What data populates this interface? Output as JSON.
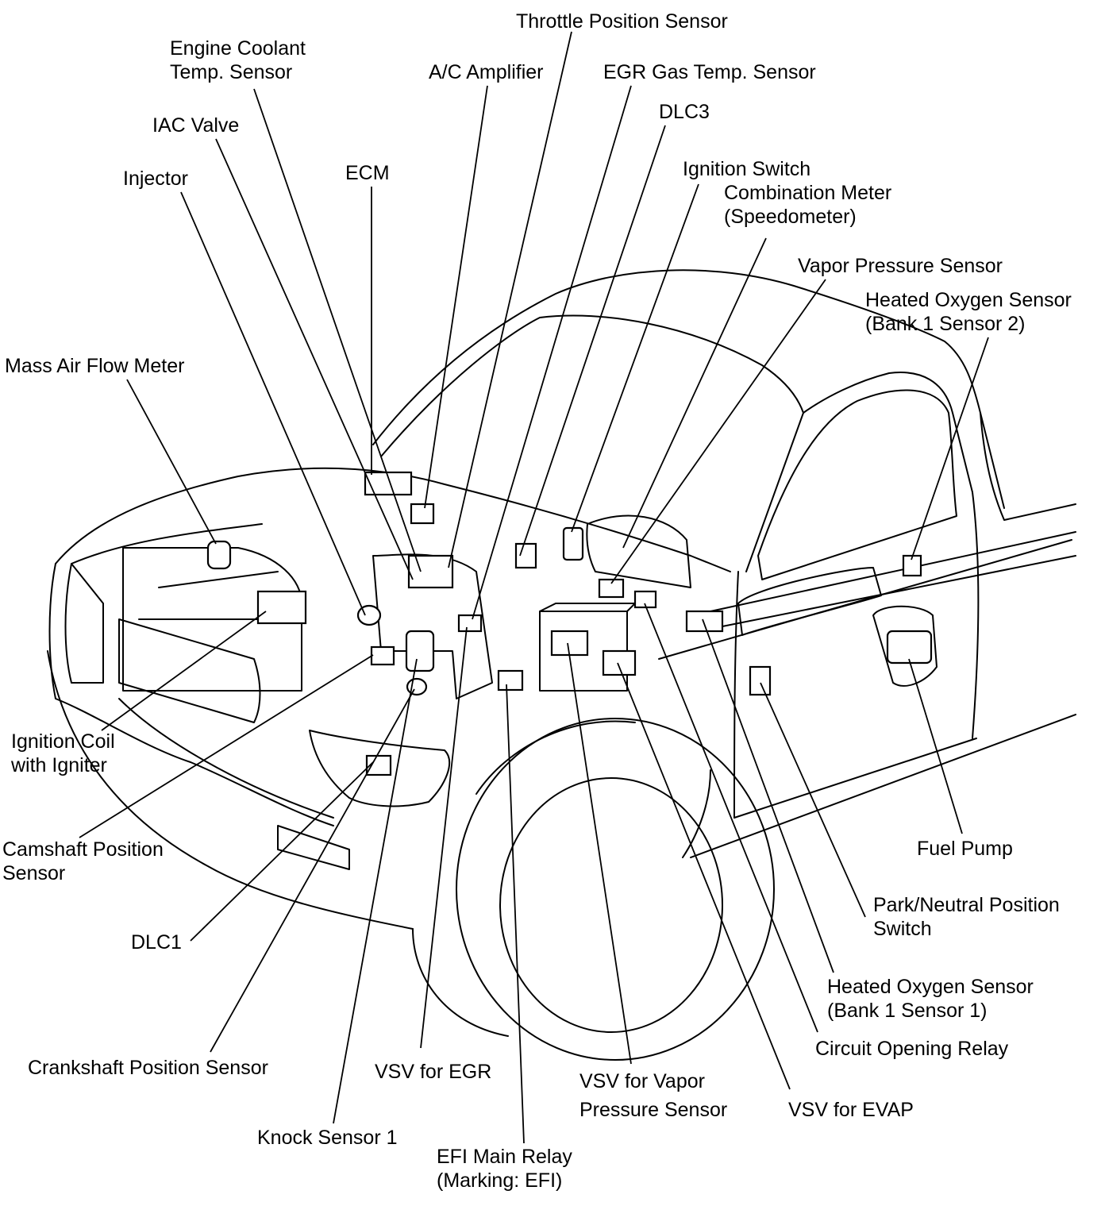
{
  "diagram": {
    "labels": {
      "throttle_position_sensor": "Throttle Position Sensor",
      "engine_coolant_temp_sensor": [
        "Engine Coolant",
        "Temp. Sensor"
      ],
      "ac_amplifier": "A/C Amplifier",
      "egr_gas_temp_sensor": "EGR Gas Temp. Sensor",
      "iac_valve": "IAC Valve",
      "dlc3": "DLC3",
      "ecm": "ECM",
      "injector": "Injector",
      "ignition_switch": "Ignition Switch",
      "combination_meter": [
        "Combination Meter",
        "(Speedometer)"
      ],
      "vapor_pressure_sensor": "Vapor Pressure Sensor",
      "heated_oxygen_sensor_b1s2": [
        "Heated Oxygen Sensor",
        "(Bank 1 Sensor 2)"
      ],
      "mass_air_flow_meter": "Mass Air Flow Meter",
      "ignition_coil": [
        "Ignition Coil",
        "with Igniter"
      ],
      "camshaft_position_sensor": [
        "Camshaft Position",
        "Sensor"
      ],
      "fuel_pump": "Fuel Pump",
      "park_neutral_switch": [
        "Park/Neutral Position",
        "Switch"
      ],
      "dlc1": "DLC1",
      "heated_oxygen_sensor_b1s1": [
        "Heated Oxygen Sensor",
        "(Bank 1 Sensor 1)"
      ],
      "circuit_opening_relay": "Circuit Opening Relay",
      "crankshaft_position_sensor": "Crankshaft Position Sensor",
      "vsv_egr": "VSV for EGR",
      "vsv_vapor": [
        "VSV for Vapor",
        "Pressure Sensor"
      ],
      "vsv_evap": "VSV for EVAP",
      "knock_sensor": "Knock Sensor 1",
      "efi_main_relay": [
        "EFI Main Relay",
        "(Marking: EFI)"
      ]
    }
  }
}
